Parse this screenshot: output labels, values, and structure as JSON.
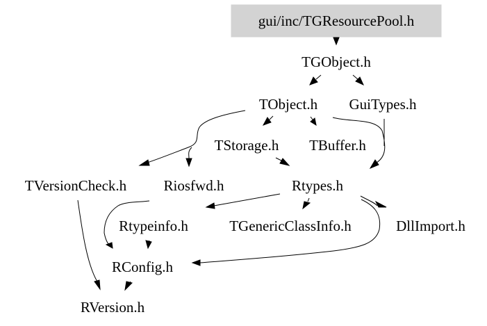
{
  "diagram": {
    "title": "Include dependency graph for gui/inc/TGResourcePool.h",
    "root_fill": "#d3d3d3",
    "nodes": [
      {
        "id": "root",
        "label": "gui/inc/TGResourcePool.h",
        "highlighted": true
      },
      {
        "id": "tgobject",
        "label": "TGObject.h"
      },
      {
        "id": "tobject",
        "label": "TObject.h"
      },
      {
        "id": "guitypes",
        "label": "GuiTypes.h"
      },
      {
        "id": "tstorage",
        "label": "TStorage.h"
      },
      {
        "id": "tbuffer",
        "label": "TBuffer.h"
      },
      {
        "id": "tversioncheck",
        "label": "TVersionCheck.h"
      },
      {
        "id": "riosfwd",
        "label": "Riosfwd.h"
      },
      {
        "id": "rtypes",
        "label": "Rtypes.h"
      },
      {
        "id": "rtypeinfo",
        "label": "Rtypeinfo.h"
      },
      {
        "id": "tgenericclassinfo",
        "label": "TGenericClassInfo.h"
      },
      {
        "id": "dllimport",
        "label": "DllImport.h"
      },
      {
        "id": "rconfig",
        "label": "RConfig.h"
      },
      {
        "id": "rversion",
        "label": "RVersion.h"
      }
    ],
    "edges": [
      {
        "from": "root",
        "to": "tgobject"
      },
      {
        "from": "tgobject",
        "to": "tobject"
      },
      {
        "from": "tgobject",
        "to": "guitypes"
      },
      {
        "from": "tobject",
        "to": "tstorage"
      },
      {
        "from": "tobject",
        "to": "tbuffer"
      },
      {
        "from": "tobject",
        "to": "tversioncheck"
      },
      {
        "from": "tobject",
        "to": "riosfwd"
      },
      {
        "from": "tobject",
        "to": "rtypes"
      },
      {
        "from": "guitypes",
        "to": "rtypes"
      },
      {
        "from": "tstorage",
        "to": "rtypes"
      },
      {
        "from": "rtypes",
        "to": "rtypeinfo"
      },
      {
        "from": "rtypes",
        "to": "tgenericclassinfo"
      },
      {
        "from": "rtypes",
        "to": "dllimport"
      },
      {
        "from": "rtypes",
        "to": "rconfig"
      },
      {
        "from": "riosfwd",
        "to": "rconfig"
      },
      {
        "from": "rtypeinfo",
        "to": "rconfig"
      },
      {
        "from": "tversioncheck",
        "to": "rversion"
      },
      {
        "from": "rconfig",
        "to": "rversion"
      }
    ]
  }
}
